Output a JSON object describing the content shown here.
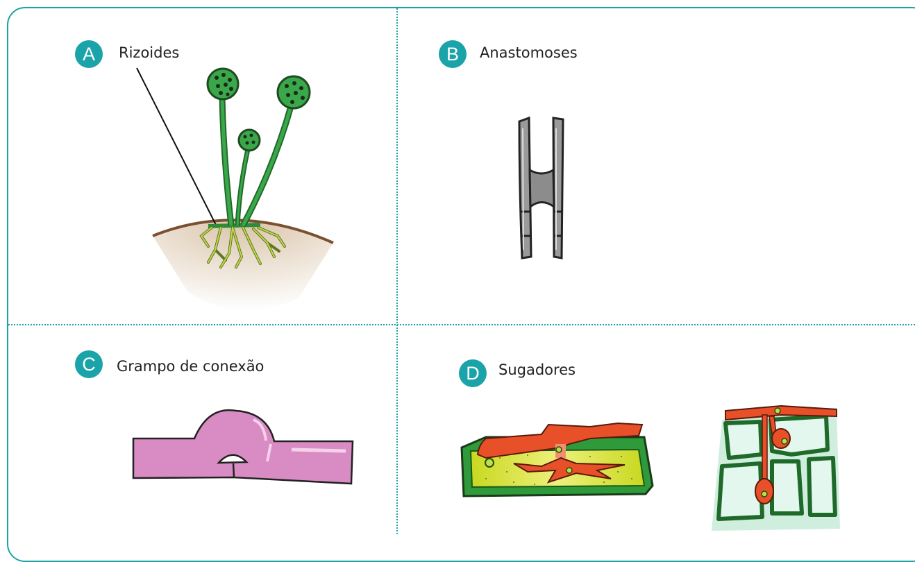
{
  "panels": [
    {
      "letter": "A",
      "title": "Rizoides"
    },
    {
      "letter": "B",
      "title": "Anastomoses"
    },
    {
      "letter": "C",
      "title": "Grampo de conexão"
    },
    {
      "letter": "D",
      "title": "Sugadores"
    }
  ],
  "colors": {
    "accent": "#1aa3a8",
    "hyphae_green": "#2e8b3a",
    "sporangium": "#3aa84a",
    "hypha_gray": "#9a9a9a",
    "clamp_pink": "#d98cc4",
    "parasite_orange": "#e8502a",
    "host_cell_yellow": "#d8e24a",
    "host_cell_mint": "#cfeedd"
  }
}
